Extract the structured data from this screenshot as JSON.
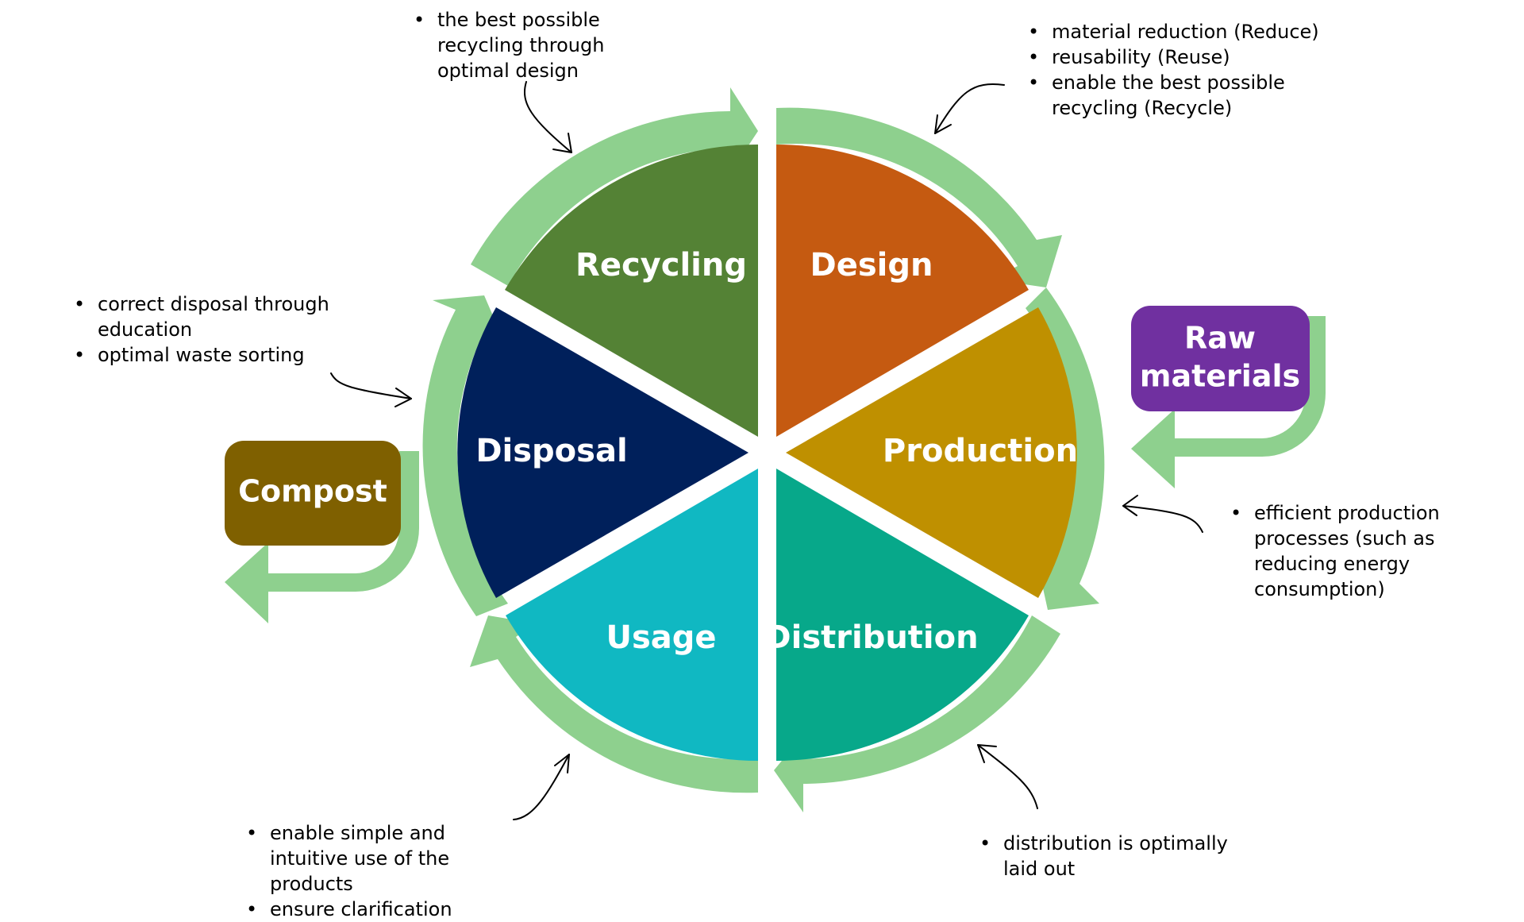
{
  "colors": {
    "arrow": "#8ed08e",
    "design": "#c55a11",
    "production": "#bf9000",
    "distribution": "#07a88a",
    "usage": "#10b8c2",
    "disposal": "#00205b",
    "recycling": "#548235",
    "raw_materials": "#7030a0",
    "compost": "#7f6000"
  },
  "segments": {
    "recycling": "Recycling",
    "design": "Design",
    "production": "Production",
    "distribution": "Distribution",
    "usage": "Usage",
    "disposal": "Disposal"
  },
  "side_boxes": {
    "raw_materials": {
      "line1": "Raw",
      "line2": "materials"
    },
    "compost": "Compost"
  },
  "notes": {
    "recycling": {
      "items": [
        "the best possible recycling through optimal design"
      ]
    },
    "design": {
      "items": [
        "material reduction (Reduce)",
        "reusability (Reuse)",
        "enable the best possible recycling (Recycle)"
      ]
    },
    "disposal": {
      "items": [
        "correct disposal through education",
        "optimal waste sorting"
      ]
    },
    "production": {
      "items": [
        "efficient production processes (such as reducing energy consumption)"
      ]
    },
    "usage": {
      "items": [
        "enable simple and intuitive use of the products",
        "ensure clarification"
      ]
    },
    "distribution": {
      "items": [
        "distribution is optimally laid out"
      ]
    }
  }
}
